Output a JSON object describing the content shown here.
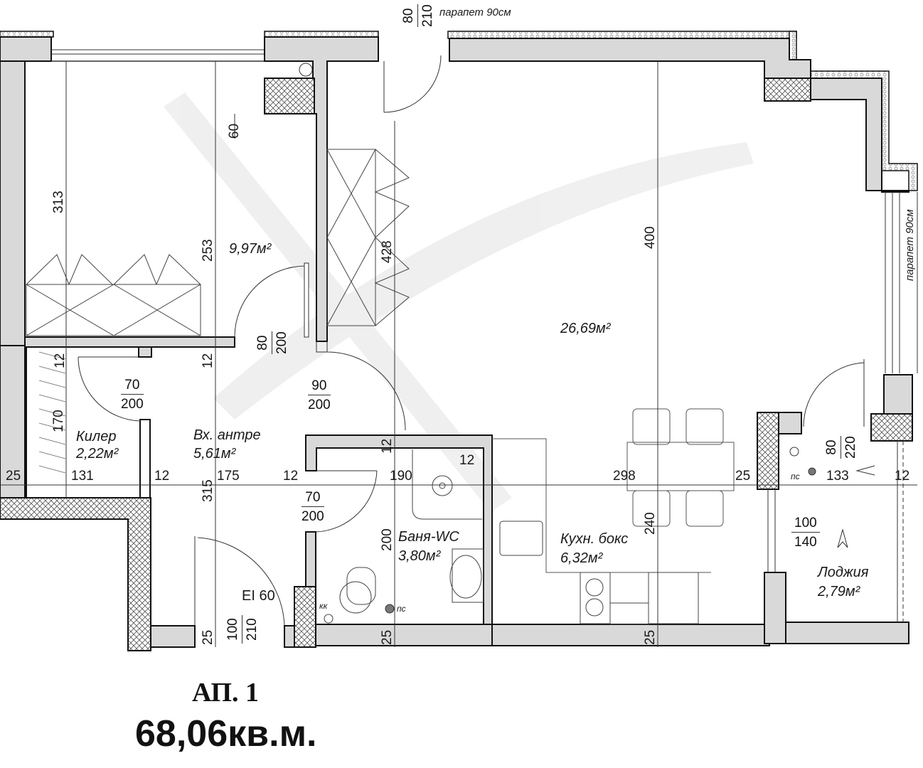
{
  "plan": {
    "apartment_label": "АП. 1",
    "total_area": "68,06кв.м.",
    "colors": {
      "wall": "#d9d9d9",
      "outline": "#111111",
      "hatch": "#555555",
      "line": "#333333"
    }
  },
  "rooms": [
    {
      "name": "",
      "area": "9,97м²"
    },
    {
      "name": "Килер",
      "area": "2,22м²"
    },
    {
      "name": "Вх. антре",
      "area": "5,61м²"
    },
    {
      "name": "",
      "area": "26,69м²"
    },
    {
      "name": "Баня-WC",
      "area": "3,80м²"
    },
    {
      "name": "Кухн. бокс",
      "area": "6,32м²"
    },
    {
      "name": "Лоджия",
      "area": "2,79м²"
    }
  ],
  "notes": {
    "parapet_top": "парапет 90см",
    "parapet_right": "парапет 90см",
    "fire_door": "EI 60",
    "kk": "кк",
    "pc_bath": "пс",
    "pc_loggia": "пс"
  },
  "doors": [
    {
      "w": "80",
      "h": "210"
    },
    {
      "w": "80",
      "h": "200"
    },
    {
      "w": "70",
      "h": "200"
    },
    {
      "w": "90",
      "h": "200"
    },
    {
      "w": "70",
      "h": "200"
    },
    {
      "w": "100",
      "h": "210"
    },
    {
      "w": "80",
      "h": "220"
    },
    {
      "w": "100",
      "h": "140"
    }
  ],
  "dimensions": {
    "d313": "313",
    "d60": "60",
    "d253": "253",
    "d428": "428",
    "d400": "400",
    "d12a": "12",
    "d12b": "12",
    "d170": "170",
    "d25a": "25",
    "d131": "131",
    "d12c": "12",
    "d315": "315",
    "d175": "175",
    "d12d": "12",
    "d190": "190",
    "d12e": "12",
    "d12f": "12",
    "d298": "298",
    "d25b": "25",
    "d133": "133",
    "d12g": "12",
    "d200": "200",
    "d240": "240",
    "d25c": "25",
    "d25d": "25",
    "d25e": "25"
  }
}
